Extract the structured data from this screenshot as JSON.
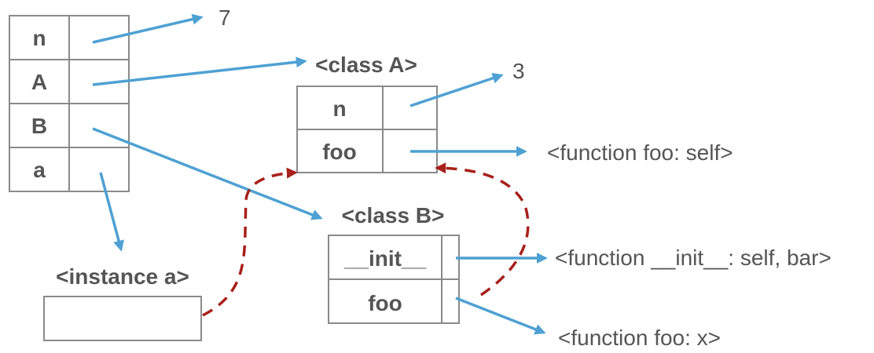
{
  "global_frame": {
    "rows": [
      "n",
      "A",
      "B",
      "a"
    ]
  },
  "values": {
    "global_n": "7",
    "class_a_n": "3"
  },
  "class_a": {
    "header": "<class A>",
    "rows": [
      "n",
      "foo"
    ]
  },
  "class_b": {
    "header": "<class B>",
    "rows": [
      "__init__",
      "foo"
    ]
  },
  "instance_a": {
    "header": "<instance a>"
  },
  "functions": {
    "a_foo": "<function foo: self>",
    "b_init": "<function __init__: self, bar>",
    "b_foo": "<function foo: x>"
  },
  "colors": {
    "reference_arrow": "#4ea1d3",
    "inheritance_arrow": "#a8201a",
    "text": "#555555",
    "grid": "#8a8a8a"
  }
}
